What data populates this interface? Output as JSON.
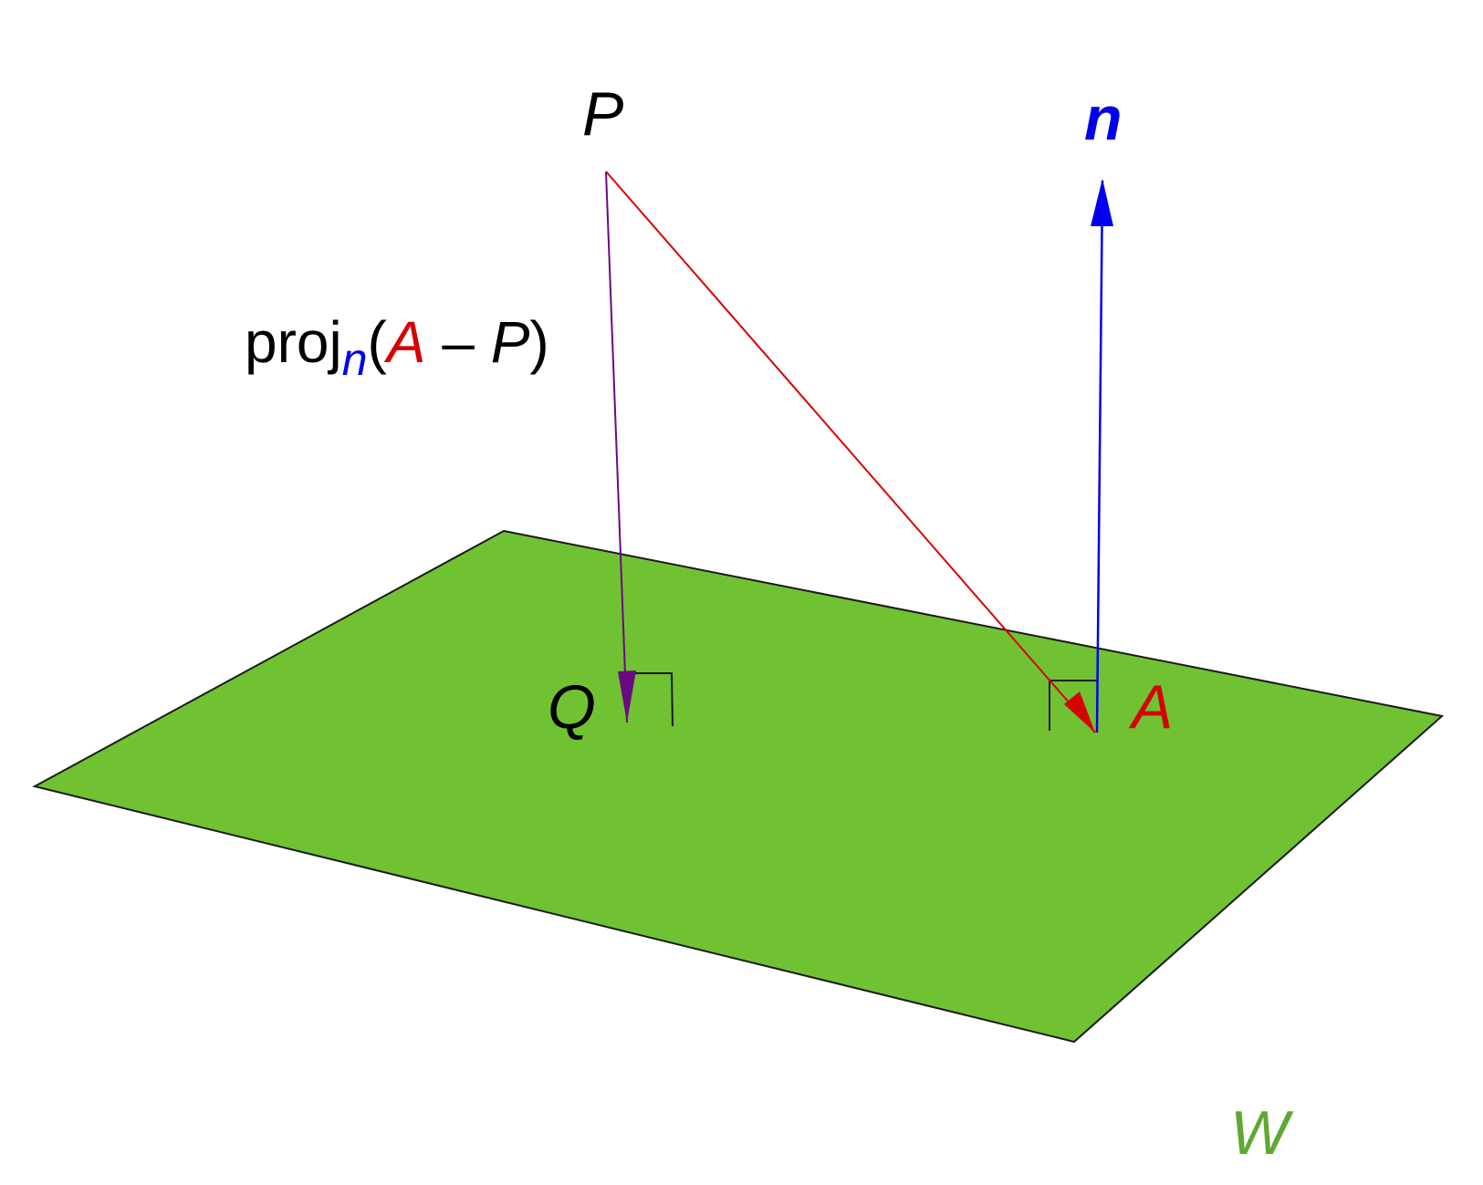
{
  "labels": {
    "point_p": "P",
    "point_q": "Q",
    "point_a": "A",
    "vector_n": "n",
    "plane_w": "W",
    "projection": {
      "prefix": "proj",
      "subscript": "n",
      "open_paren": "(",
      "term_a": "A",
      "minus": " – ",
      "term_p": "P",
      "close_paren": ")"
    }
  },
  "colors": {
    "plane_fill": "#70c232",
    "plane_edge": "#1a1a1a",
    "label_w": "#5fa832",
    "vector_n": "#0000ee",
    "vector_a_minus_p": "#d90000",
    "projection_vector": "#6a0a80",
    "label_a": "#d90000",
    "label_n": "#0000ee",
    "text": "#000000"
  }
}
